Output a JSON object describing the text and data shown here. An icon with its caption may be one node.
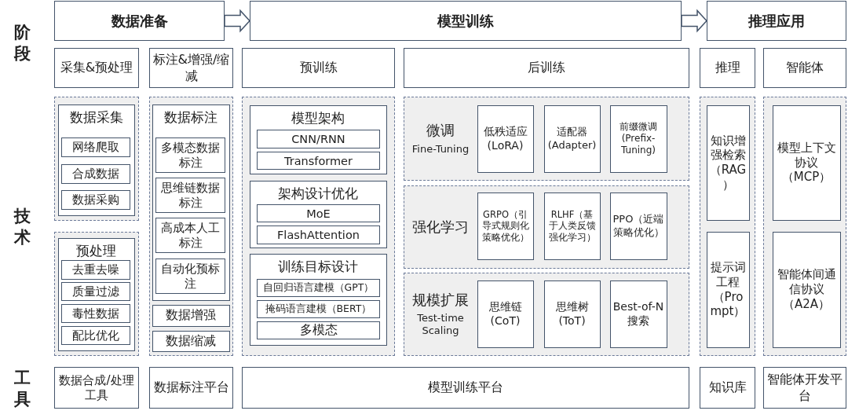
{
  "diagram": {
    "nodes": [
      {
        "text": [
          "数据准备"
        ]
      },
      {
        "text": [
          "模型训练"
        ]
      },
      {
        "text": [
          "推理应用"
        ]
      },
      {
        "text": [
          "采集&预处理"
        ]
      },
      {
        "text": [
          "标注&增强/缩减"
        ]
      },
      {
        "text": [
          "预训练"
        ]
      },
      {
        "text": [
          "后训练"
        ]
      },
      {
        "text": [
          "推理"
        ]
      },
      {
        "text": [
          "智能体"
        ]
      },
      {
        "text": [],
        "shape": "box"
      },
      {
        "text": [
          "数据采集"
        ],
        "in": 9
      },
      {
        "text": [
          "网络爬取"
        ],
        "in": 10
      },
      {
        "text": [
          "合成数据"
        ],
        "in": 10
      },
      {
        "text": [
          "数据采购"
        ],
        "in": 10
      },
      {
        "text": [],
        "shape": "box"
      },
      {
        "text": [
          "预处理"
        ],
        "in": 14
      },
      {
        "text": [
          "去重去噪"
        ],
        "in": 15
      },
      {
        "text": [
          "质量过滤"
        ],
        "in": 15
      },
      {
        "text": [
          "毒性数据"
        ],
        "in": 15
      },
      {
        "text": [
          "配比优化"
        ],
        "in": 15
      },
      {
        "text": [],
        "shape": "box"
      },
      {
        "text": [
          "数据标注"
        ],
        "in": 20
      },
      {
        "text": [
          "多模态数据标注"
        ],
        "in": 21
      },
      {
        "text": [
          "思维链数据标注"
        ],
        "in": 21
      },
      {
        "text": [
          "高成本人工标注"
        ],
        "in": 21
      },
      {
        "text": [
          "自动化预标注"
        ],
        "in": 21
      },
      {
        "text": [
          "数据增强"
        ],
        "in": 20
      },
      {
        "text": [
          "数据缩减"
        ],
        "in": 20
      },
      {
        "text": [],
        "shape": "box"
      },
      {
        "text": [
          "模型架构"
        ],
        "in": 28
      },
      {
        "text": [
          "CNN/RNN"
        ],
        "in": 29
      },
      {
        "text": [
          "Transformer"
        ],
        "in": 29
      },
      {
        "text": [
          "架构设计优化"
        ],
        "in": 28
      },
      {
        "text": [
          "MoE"
        ],
        "in": 32
      },
      {
        "text": [
          "FlashAttention"
        ],
        "in": 32
      },
      {
        "text": [
          "训练目标设计"
        ],
        "in": 28
      },
      {
        "text": [
          "自回归语言建模（GPT）"
        ],
        "in": 35
      },
      {
        "text": [
          "掩码语言建模（BERT）"
        ],
        "in": 35
      },
      {
        "text": [
          "多模态"
        ],
        "in": 35
      },
      {
        "text": [
          "微调",
          "Fine-Tuning"
        ]
      },
      {
        "text": [
          "低秩适应(LoRA)"
        ],
        "in": 39
      },
      {
        "text": [
          "适配器(Adapter)"
        ],
        "in": 39
      },
      {
        "text": [
          "前缀微调(Prefix-Tuning)"
        ],
        "in": 39
      },
      {
        "text": [
          "强化学习"
        ]
      },
      {
        "text": [
          "GRPO（引导式规则化策略优化）"
        ],
        "in": 43
      },
      {
        "text": [
          "RLHF（基于人类反馈强化学习）"
        ],
        "in": 43
      },
      {
        "text": [
          "PPO（近端策略优化）"
        ],
        "in": 43
      },
      {
        "text": [
          "规模扩展",
          "Test-time Scaling"
        ]
      },
      {
        "text": [
          "思维链(CoT)"
        ],
        "in": 47
      },
      {
        "text": [
          "思维树(ToT)"
        ],
        "in": 47
      },
      {
        "text": [
          "Best-of-N搜索"
        ],
        "in": 47
      },
      {
        "text": [],
        "shape": "box"
      },
      {
        "text": [
          "知识增强检索（RAG）"
        ],
        "in": 51
      },
      {
        "text": [
          "提示词工程（Prompt）"
        ],
        "in": 51
      },
      {
        "text": [],
        "shape": "box"
      },
      {
        "text": [
          "模型上下文协议（MCP）"
        ],
        "in": 54
      },
      {
        "text": [
          "智能体间通信协议（A2A）"
        ],
        "in": 54
      },
      {
        "text": [
          "数据合成/处理工具"
        ]
      },
      {
        "text": [
          "数据标注平台"
        ]
      },
      {
        "text": [
          "模型训练平台"
        ]
      },
      {
        "text": [
          "知识库"
        ]
      },
      {
        "text": [
          "智能体开发平台"
        ]
      }
    ],
    "edges": [
      {
        "from": 0,
        "to": 1,
        "arrow": "to"
      },
      {
        "from": 1,
        "to": 2,
        "arrow": "to"
      }
    ],
    "labels": [
      "阶段",
      "技术",
      "工具"
    ]
  }
}
